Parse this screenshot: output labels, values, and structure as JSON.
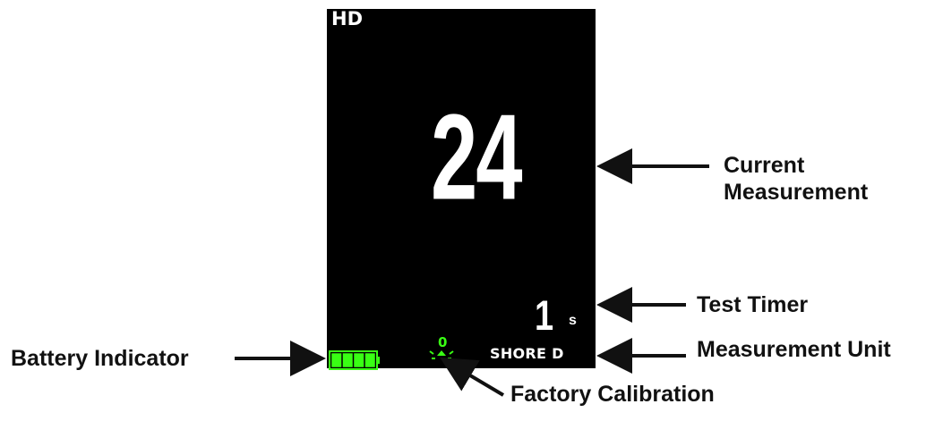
{
  "display": {
    "mode": "HD",
    "reading": "24",
    "timer_value": "1",
    "timer_unit": "s",
    "unit": "SHORE D",
    "calibration_code": "0",
    "battery_level": 1.0,
    "indicator_color": "#39ff14",
    "background_color": "#000000",
    "text_color": "#ffffff"
  },
  "callouts": {
    "current_measurement": [
      "Current",
      "Measurement"
    ],
    "test_timer": "Test Timer",
    "measurement_unit": "Measurement Unit",
    "battery_indicator": "Battery Indicator",
    "factory_calibration": "Factory Calibration"
  },
  "icons": {
    "battery": "battery-icon",
    "calibration": "calibration-icon",
    "arrow": "arrow-icon"
  }
}
